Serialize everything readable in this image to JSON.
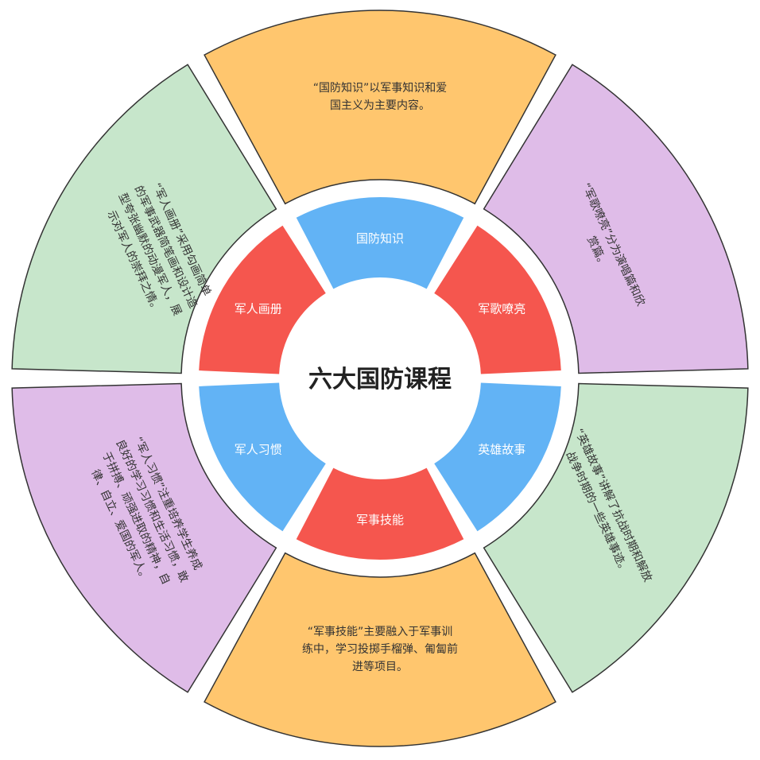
{
  "title": "六大国防课程",
  "segments": [
    {
      "label": "国防知识",
      "description_lines": [
        "“国防知识”以军事知识和爱",
        "国主义为主要内容。"
      ]
    },
    {
      "label": "军歌嘹亮",
      "description_lines": [
        "“军歌嘹亮”分为演唱篇和欣",
        "赏篇。"
      ]
    },
    {
      "label": "英雄故事",
      "description_lines": [
        "“英雄故事”讲解了抗战时期和解放",
        "战争时期的一些英雄事迹。"
      ]
    },
    {
      "label": "军事技能",
      "description_lines": [
        "“军事技能”主要融入于军事训",
        "练中，学习投掷手榴弹、匍匐前",
        "进等项目。"
      ]
    },
    {
      "label": "军人习惯",
      "description_lines": [
        "“军人习惯”注重培养学生养成",
        "良好的学习习惯和生活习惯，敢",
        "于拼搏、顽强进取的精神，自",
        "律、自立、爱国的军人。"
      ]
    },
    {
      "label": "军人画册",
      "description_lines": [
        "“军人画册”采用勾画简单",
        "的军事武器简笔画和设计造",
        "型夸张幽默的动漫军人，展",
        "示对军人的崇拜之情。"
      ]
    }
  ],
  "colors": {
    "inner_blue": "#62B3F5",
    "inner_red": "#F5564E",
    "outer_orange": "#FFC66E",
    "outer_purple": "#DFBCE8",
    "outer_green": "#C7E6CB",
    "outline": "#333333"
  }
}
